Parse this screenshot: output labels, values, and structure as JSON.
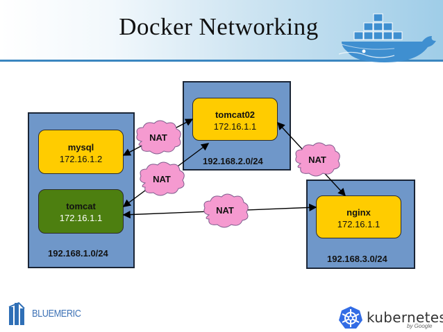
{
  "header": {
    "title": "Docker Networking"
  },
  "networks": [
    {
      "id": "net1",
      "subnet": "192.168.1.0/24"
    },
    {
      "id": "net2",
      "subnet": "192.168.2.0/24"
    },
    {
      "id": "net3",
      "subnet": "192.168.3.0/24"
    }
  ],
  "containers": {
    "mysql": {
      "name": "mysql",
      "ip": "172.16.1.2"
    },
    "tomcat": {
      "name": "tomcat",
      "ip": "172.16.1.1"
    },
    "tomcat02": {
      "name": "tomcat02",
      "ip": "172.16.1.1"
    },
    "nginx": {
      "name": "nginx",
      "ip": "172.16.1.1"
    }
  },
  "nat_labels": [
    "NAT",
    "NAT",
    "NAT",
    "NAT"
  ],
  "colors": {
    "network_fill": "#6f97c9",
    "container_yellow": "#ffcc00",
    "container_green": "#4d7f10",
    "nat_cloud": "#f59ad0",
    "accent": "#3a86c0"
  },
  "footer": {
    "left_brand": "BLUEMERIC",
    "right_brand": "kubernetes",
    "right_brand_sub": "by Google"
  },
  "icons": [
    "docker-whale-icon",
    "bluemeric-logo-icon",
    "kubernetes-helm-icon"
  ]
}
